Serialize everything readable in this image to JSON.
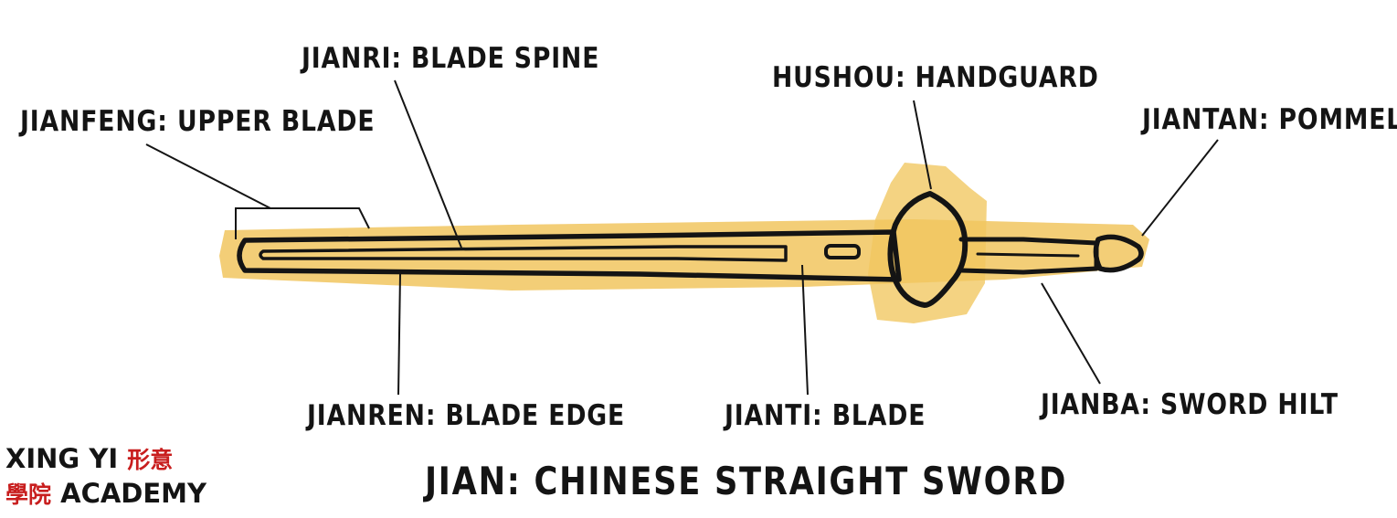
{
  "labels": {
    "jianfeng": "JIANFENG: UPPER BLADE",
    "jianri": "JIANRI: BLADE SPINE",
    "hushou": "HUSHOU: HANDGUARD",
    "jiantan": "JIANTAN: POMMEL",
    "jianren": "JIANREN: BLADE EDGE",
    "jianti": "JIANTI: BLADE",
    "jianba": "JIANBA: SWORD HILT"
  },
  "title": "JIAN: CHINESE STRAIGHT SWORD",
  "logo": {
    "line1_text": "XING YI",
    "line1_cn": "形意",
    "line2_cn": "學院",
    "line2_text": "ACADEMY"
  },
  "colors": {
    "highlight": "#f1c65f",
    "ink": "#141414",
    "logo_accent": "#c81e1e"
  }
}
